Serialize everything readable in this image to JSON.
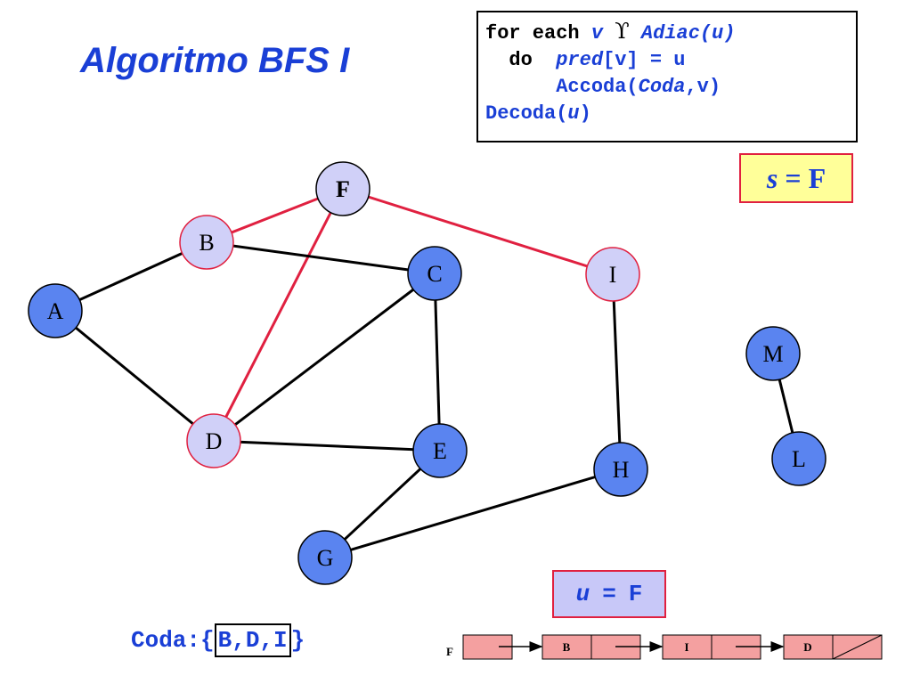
{
  "title": "Algoritmo BFS I",
  "code": {
    "line1": {
      "kw1": "for each",
      "v": "v",
      "sym": "ϒ",
      "adiac": "Adiac(u)"
    },
    "line2": {
      "kw": "do",
      "pred": "pred",
      "rest": "[v] = u"
    },
    "line3": {
      "accoda": "Accoda(",
      "coda": "Coda",
      "args": ",v)"
    },
    "line4": {
      "decoda": "Decoda(",
      "u": "u",
      "close": ")"
    }
  },
  "source": {
    "var": "s",
    "eq": "=",
    "value": "F"
  },
  "current": {
    "var": "u",
    "eq": "=",
    "value": "F"
  },
  "queue": {
    "label": "Coda:",
    "open": "{",
    "items": "B,D,I",
    "close": "}"
  },
  "colors": {
    "visited_fill": "#d0d0f8",
    "unvisited_fill": "#5a84f0",
    "tree_edge": "#e02040",
    "edge": "#000000",
    "list_cell": "#f4a0a0"
  },
  "graph": {
    "nodes": [
      {
        "id": "F",
        "state": "source"
      },
      {
        "id": "B",
        "state": "visited"
      },
      {
        "id": "C",
        "state": "unvisited"
      },
      {
        "id": "I",
        "state": "visited"
      },
      {
        "id": "A",
        "state": "unvisited"
      },
      {
        "id": "D",
        "state": "visited"
      },
      {
        "id": "E",
        "state": "unvisited"
      },
      {
        "id": "H",
        "state": "unvisited"
      },
      {
        "id": "G",
        "state": "unvisited"
      },
      {
        "id": "M",
        "state": "unvisited"
      },
      {
        "id": "L",
        "state": "unvisited"
      }
    ],
    "edges": [
      {
        "from": "F",
        "to": "B",
        "tree": true
      },
      {
        "from": "F",
        "to": "D",
        "tree": true
      },
      {
        "from": "F",
        "to": "I",
        "tree": true
      },
      {
        "from": "B",
        "to": "A",
        "tree": false
      },
      {
        "from": "B",
        "to": "C",
        "tree": false
      },
      {
        "from": "A",
        "to": "D",
        "tree": false
      },
      {
        "from": "C",
        "to": "D",
        "tree": false
      },
      {
        "from": "C",
        "to": "E",
        "tree": false
      },
      {
        "from": "D",
        "to": "E",
        "tree": false
      },
      {
        "from": "E",
        "to": "G",
        "tree": false
      },
      {
        "from": "G",
        "to": "H",
        "tree": false
      },
      {
        "from": "I",
        "to": "H",
        "tree": false
      },
      {
        "from": "M",
        "to": "L",
        "tree": false
      }
    ]
  },
  "adjacency_list": {
    "head": "F",
    "cells": [
      "B",
      "I",
      "D"
    ]
  }
}
